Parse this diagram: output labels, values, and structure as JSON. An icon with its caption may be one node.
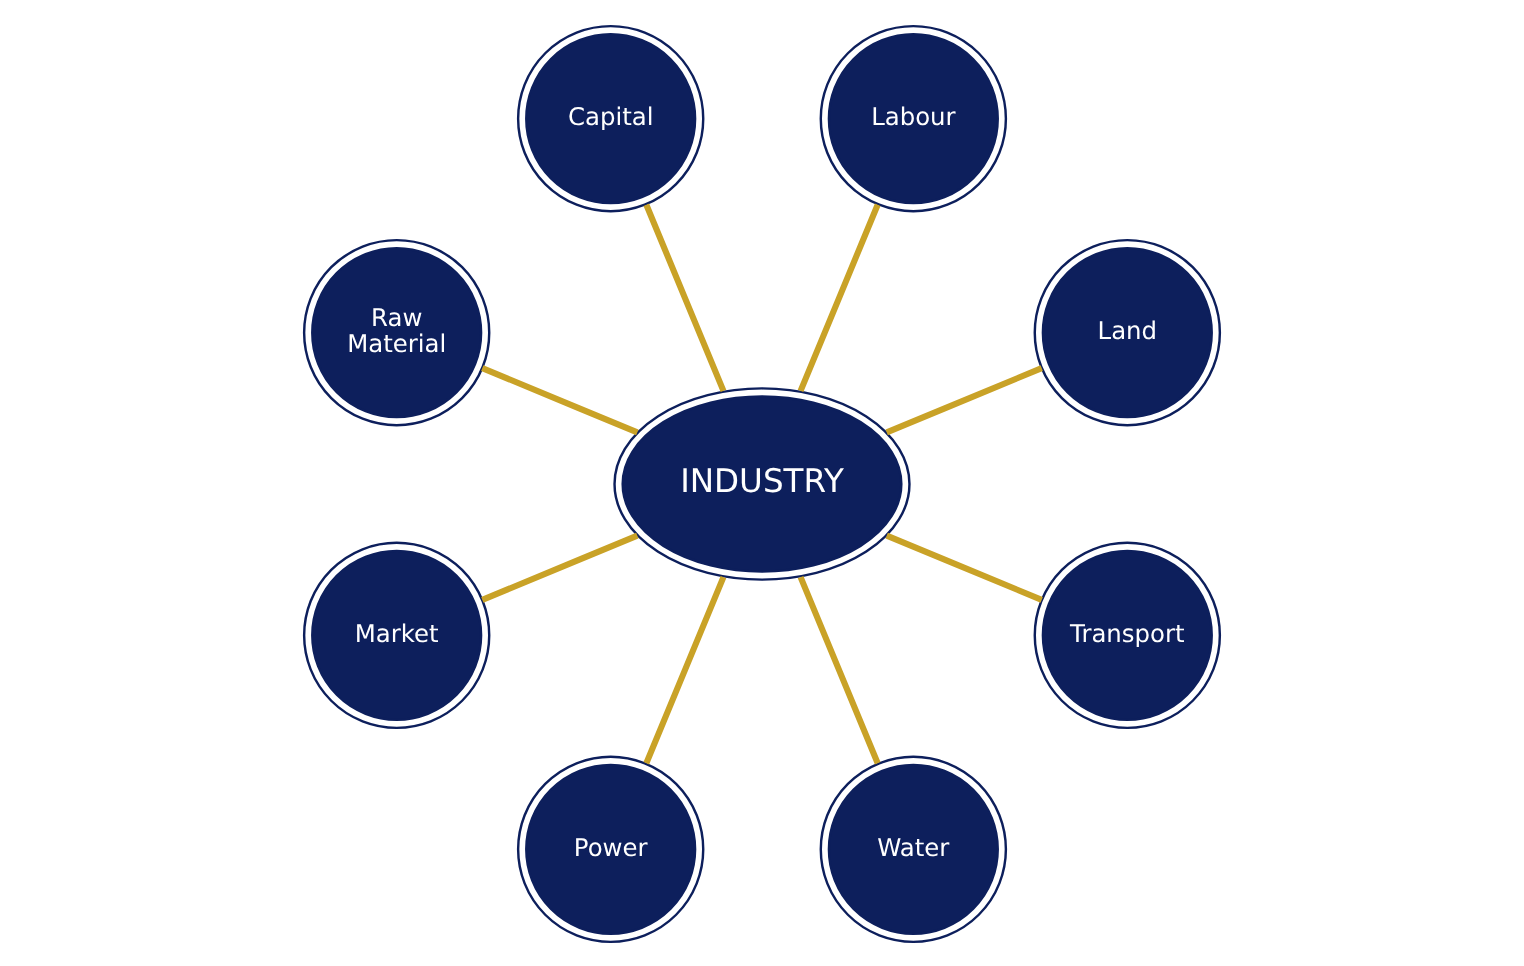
{
  "diagram": {
    "nodes": [
      {
        "text": [
          "INDUSTRY"
        ]
      },
      {
        "text": [
          "Land"
        ]
      },
      {
        "text": [
          "Labour"
        ]
      },
      {
        "text": [
          "Capital"
        ]
      },
      {
        "text": [
          "Raw Material"
        ]
      },
      {
        "text": [
          "Market"
        ]
      },
      {
        "text": [
          "Power"
        ]
      },
      {
        "text": [
          "Water"
        ]
      },
      {
        "text": [
          "Transport"
        ]
      }
    ],
    "edges": [
      {
        "from": 0,
        "to": 1,
        "arrow": "none"
      },
      {
        "from": 0,
        "to": 2,
        "arrow": "none"
      },
      {
        "from": 0,
        "to": 3,
        "arrow": "none"
      },
      {
        "from": 0,
        "to": 4,
        "arrow": "none"
      },
      {
        "from": 0,
        "to": 5,
        "arrow": "none"
      },
      {
        "from": 0,
        "to": 6,
        "arrow": "none"
      },
      {
        "from": 0,
        "to": 7,
        "arrow": "none"
      },
      {
        "from": 0,
        "to": 8,
        "arrow": "none"
      }
    ]
  }
}
